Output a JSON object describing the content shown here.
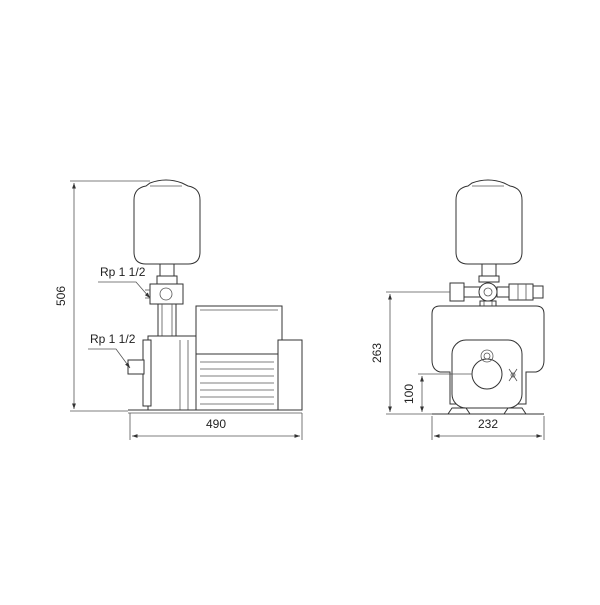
{
  "labels": {
    "inlet_top": "Rp 1 1/2",
    "inlet_bottom": "Rp 1 1/2"
  },
  "dimensions": {
    "height_total": "506",
    "length_total": "490",
    "height_outlet": "263",
    "height_inlet": "100",
    "width_total": "232"
  },
  "colors": {
    "line": "#333333",
    "background": "#ffffff"
  }
}
